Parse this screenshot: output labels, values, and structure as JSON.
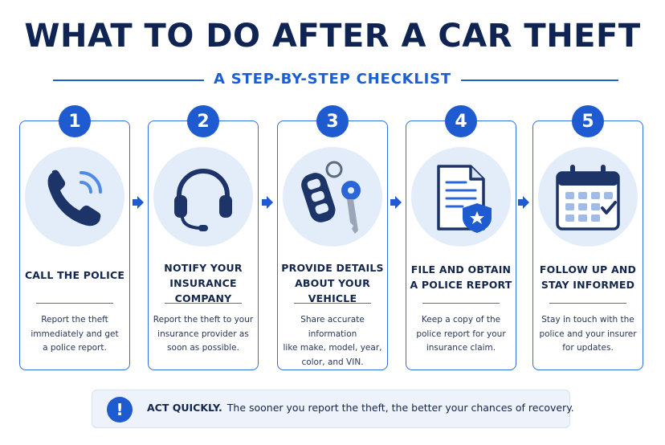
{
  "header": {
    "title": "WHAT TO DO AFTER A CAR THEFT",
    "subtitle": "A STEP-BY-STEP CHECKLIST"
  },
  "steps": [
    {
      "number": "1",
      "title": "CALL THE POLICE",
      "description": "Report the theft\nimmediately and get\na police report.",
      "icon": "phone-icon"
    },
    {
      "number": "2",
      "title": "NOTIFY YOUR\nINSURANCE COMPANY",
      "description": "Report the theft to your\ninsurance provider as\nsoon as possible.",
      "icon": "headset-icon"
    },
    {
      "number": "3",
      "title": "PROVIDE DETAILS\nABOUT YOUR VEHICLE",
      "description": "Share accurate information\nlike make, model, year,\ncolor, and VIN.",
      "icon": "car-key-icon"
    },
    {
      "number": "4",
      "title": "FILE AND OBTAIN\nA POLICE REPORT",
      "description": "Keep a copy of the\npolice report for your\ninsurance claim.",
      "icon": "police-report-icon"
    },
    {
      "number": "5",
      "title": "FOLLOW UP AND\nSTAY INFORMED",
      "description": "Stay in touch with the\npolice and your insurer\nfor updates.",
      "icon": "calendar-icon"
    }
  ],
  "footer": {
    "icon": "exclamation-icon",
    "emphasis": "ACT QUICKLY.",
    "text": "The sooner you report the theft, the better your chances of recovery."
  },
  "colors": {
    "navy": "#0f2452",
    "accent": "#1e5ad0",
    "icon_bg": "#e3edf9",
    "icon_dark": "#1d3468"
  }
}
